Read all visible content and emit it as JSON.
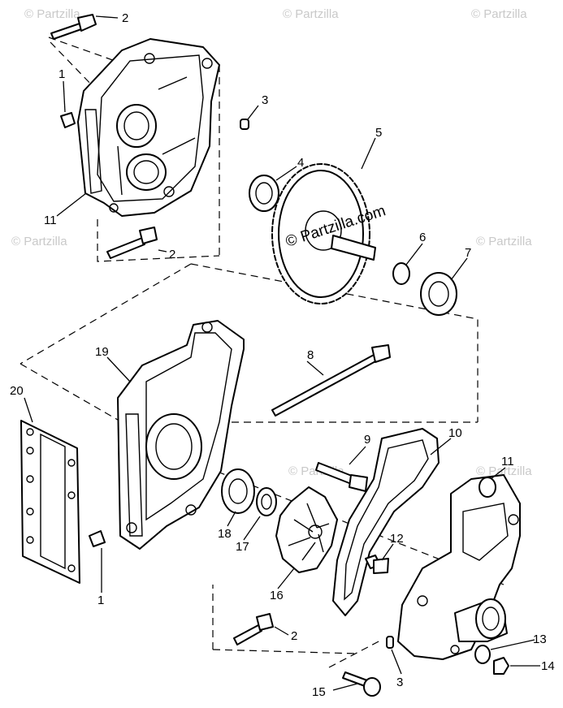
{
  "watermark": {
    "text": "© Partzilla",
    "center_text": "© Partzilla.com"
  },
  "callouts": {
    "c1_top": "1",
    "c2_top": "2",
    "c3_top": "3",
    "c4": "4",
    "c5": "5",
    "c6": "6",
    "c7": "7",
    "c11_top": "11",
    "c2_mid": "2",
    "c8": "8",
    "c19": "19",
    "c20": "20",
    "c9": "9",
    "c10": "10",
    "c11_bot": "11",
    "c12": "12",
    "c18": "18",
    "c17": "17",
    "c16": "16",
    "c1_bot": "1",
    "c2_bot": "2",
    "c13": "13",
    "c14": "14",
    "c3_bot": "3",
    "c15": "15"
  }
}
